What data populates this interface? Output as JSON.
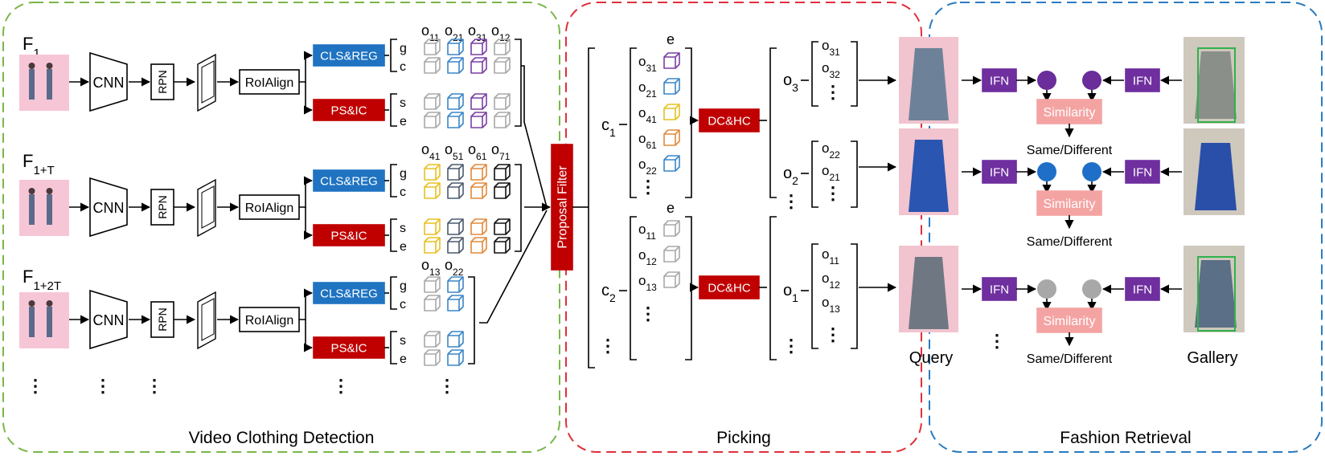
{
  "panels": {
    "detection_title": "Video Clothing Detection",
    "picking_title": "Picking",
    "retrieval_title": "Fashion Retrieval"
  },
  "frames": [
    {
      "base": "F",
      "sub": "1"
    },
    {
      "base": "F",
      "sub": "1+T"
    },
    {
      "base": "F",
      "sub": "1+2T"
    }
  ],
  "blocks": {
    "cnn": "CNN",
    "rpn": "RPN",
    "roialign": "RoIAlign",
    "clsreg": "CLS&REG",
    "psic": "PS&IC",
    "proposal_filter": "Proposal Filter",
    "dchc": "DC&HC",
    "ifn": "IFN",
    "similarity": "Similarity",
    "same_different": "Same/Different",
    "query": "Query",
    "gallery": "Gallery"
  },
  "branch_labels": [
    "g",
    "c",
    "s",
    "e"
  ],
  "proposal_headers": [
    [
      {
        "b": "o",
        "s": "11"
      },
      {
        "b": "o",
        "s": "21"
      },
      {
        "b": "o",
        "s": "31"
      },
      {
        "b": "o",
        "s": "12"
      }
    ],
    [
      {
        "b": "o",
        "s": "41"
      },
      {
        "b": "o",
        "s": "51"
      },
      {
        "b": "o",
        "s": "61"
      },
      {
        "b": "o",
        "s": "71"
      }
    ],
    [
      {
        "b": "o",
        "s": "13"
      },
      {
        "b": "o",
        "s": "22"
      }
    ]
  ],
  "cube_colors": [
    [
      "#a8a8a8",
      "#3a86c8",
      "#7a3fa3",
      "#a8a8a8"
    ],
    [
      "#e8c020",
      "#4a5a6e",
      "#e08a3c",
      "#111111"
    ],
    [
      "#a8a8a8",
      "#3a86c8"
    ]
  ],
  "picking": {
    "cluster1": {
      "label_b": "c",
      "label_s": "1",
      "head": "e",
      "items": [
        {
          "b": "o",
          "s": "31",
          "color": "#7a3fa3"
        },
        {
          "b": "o",
          "s": "21",
          "color": "#3a86c8"
        },
        {
          "b": "o",
          "s": "41",
          "color": "#e8c020"
        },
        {
          "b": "o",
          "s": "61",
          "color": "#e08a3c"
        },
        {
          "b": "o",
          "s": "22",
          "color": "#3a86c8"
        }
      ]
    },
    "cluster2": {
      "label_b": "c",
      "label_s": "2",
      "head": "e",
      "items": [
        {
          "b": "o",
          "s": "11",
          "color": "#a8a8a8"
        },
        {
          "b": "o",
          "s": "12",
          "color": "#a8a8a8"
        },
        {
          "b": "o",
          "s": "13",
          "color": "#a8a8a8"
        }
      ]
    },
    "objects": [
      {
        "b": "o",
        "s": "3",
        "items": [
          {
            "b": "o",
            "s": "31"
          },
          {
            "b": "o",
            "s": "32"
          }
        ]
      },
      {
        "b": "o",
        "s": "2",
        "items": [
          {
            "b": "o",
            "s": "22"
          },
          {
            "b": "o",
            "s": "21"
          }
        ]
      },
      {
        "b": "o",
        "s": "1",
        "items": [
          {
            "b": "o",
            "s": "11"
          },
          {
            "b": "o",
            "s": "12"
          },
          {
            "b": "o",
            "s": "13"
          }
        ]
      }
    ]
  },
  "retrieval_rows": [
    {
      "circle_color": "#6a2d9a"
    },
    {
      "circle_color": "#1f6fc8"
    },
    {
      "circle_color": "#a8a8a8"
    }
  ],
  "colors": {
    "green_border": "#7ab648",
    "red_border": "#e0303a",
    "blue_border": "#2a7bbf",
    "clsreg_fill": "#1f73c1",
    "psic_fill": "#c00000",
    "ifn_fill": "#6f2f9f",
    "similarity_fill": "#f4a3a3"
  },
  "ellipsis": "⋮"
}
